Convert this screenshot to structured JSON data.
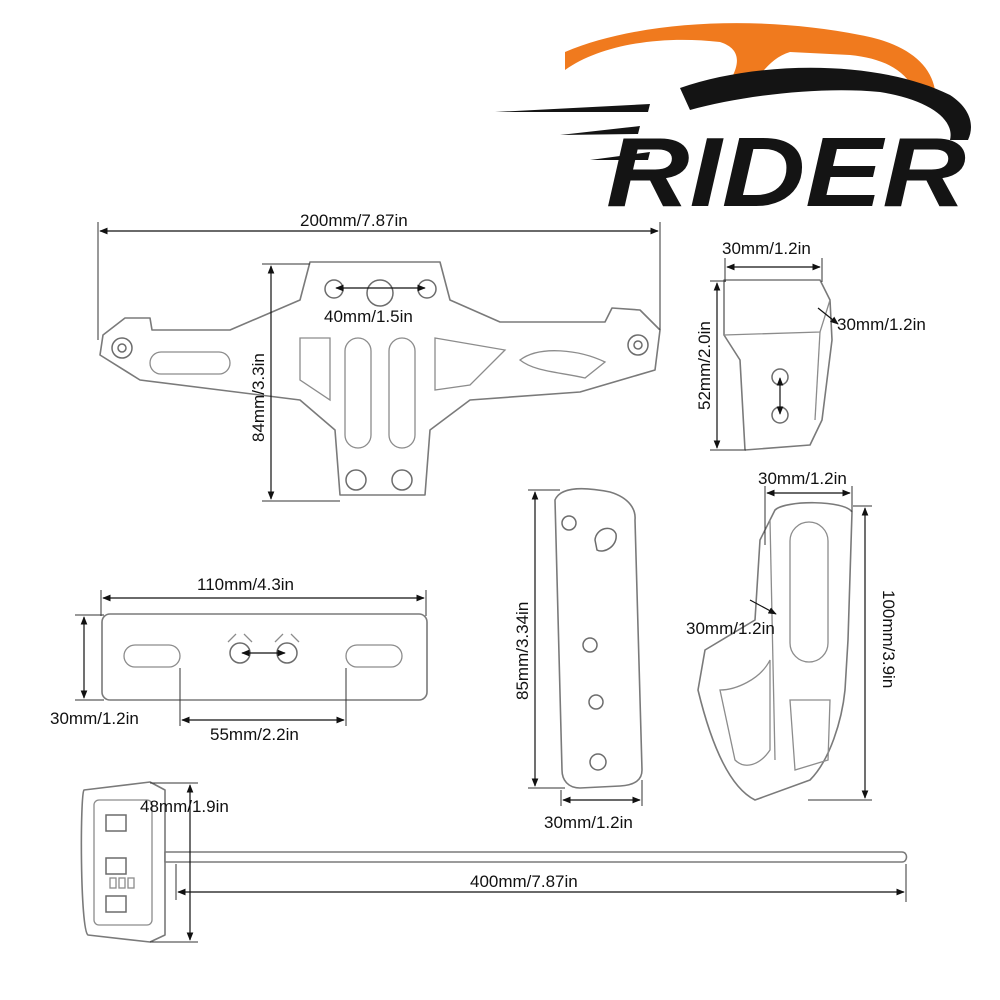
{
  "brand": {
    "logo_text": "RIDER",
    "accent_color": "#f07a1e",
    "ink_color": "#141414"
  },
  "dimensions": {
    "plate_width": "200mm/7.87in",
    "plate_height": "84mm/3.3in",
    "plate_hole_spacing": "40mm/1.5in",
    "mount_width": "30mm/1.2in",
    "mount_depth": "30mm/1.2in",
    "mount_height": "52mm/2.0in",
    "bar_length": "110mm/4.3in",
    "bar_height": "30mm/1.2in",
    "bar_slot_spacing": "55mm/2.2in",
    "strip_height": "85mm/3.34in",
    "strip_width": "30mm/1.2in",
    "bracket_width": "30mm/1.2in",
    "bracket_slot_width": "30mm/1.2in",
    "bracket_height": "100mm/3.9in",
    "light_height": "48mm/1.9in",
    "cable_length": "400mm/7.87in"
  }
}
